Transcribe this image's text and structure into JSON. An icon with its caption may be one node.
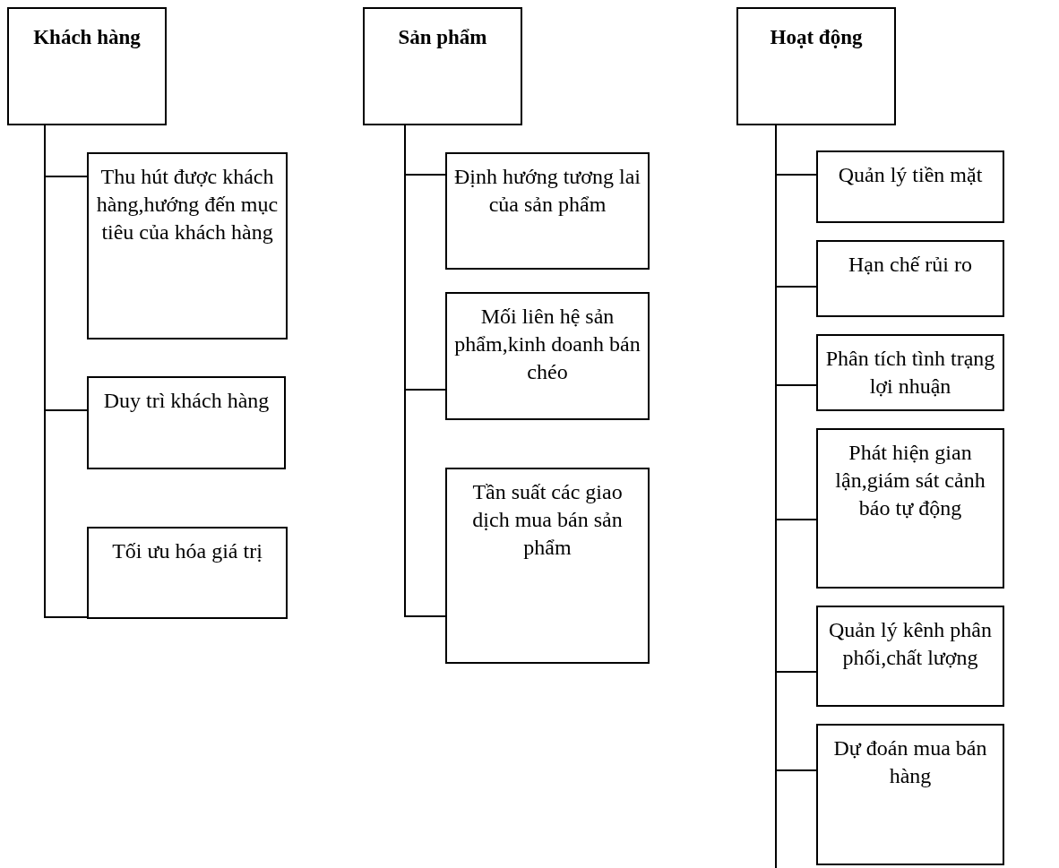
{
  "diagram": {
    "nodes": [
      {
        "text": [
          "Khách hàng"
        ]
      },
      {
        "text": [
          "Thu hút được khách hàng,hướng đến mục tiêu của khách hàng"
        ]
      },
      {
        "text": [
          "Duy trì khách hàng"
        ]
      },
      {
        "text": [
          "Tối ưu hóa giá trị"
        ]
      },
      {
        "text": [
          "Sản phẩm"
        ]
      },
      {
        "text": [
          "Định hướng tương lai của sản phẩm"
        ]
      },
      {
        "text": [
          "Mối liên hệ sản phẩm,kinh doanh bán chéo"
        ]
      },
      {
        "text": [
          "Tần suất các giao dịch mua bán sản phẩm"
        ]
      },
      {
        "text": [
          "Hoạt động"
        ]
      },
      {
        "text": [
          "Quản lý tiền mặt"
        ]
      },
      {
        "text": [
          "Hạn chế rủi ro"
        ]
      },
      {
        "text": [
          "Phân tích tình trạng lợi nhuận"
        ]
      },
      {
        "text": [
          "Phát hiện gian lận,giám sát cảnh báo tự động"
        ]
      },
      {
        "text": [
          "Quản lý kênh phân phối,chất lượng"
        ]
      },
      {
        "text": [
          "Dự đoán mua bán hàng"
        ]
      }
    ],
    "edges": [
      {
        "from": 0,
        "to": 1,
        "arrow": "none"
      },
      {
        "from": 0,
        "to": 2,
        "arrow": "none"
      },
      {
        "from": 0,
        "to": 3,
        "arrow": "none"
      },
      {
        "from": 4,
        "to": 5,
        "arrow": "none"
      },
      {
        "from": 4,
        "to": 6,
        "arrow": "none"
      },
      {
        "from": 4,
        "to": 7,
        "arrow": "none"
      },
      {
        "from": 8,
        "to": 9,
        "arrow": "none"
      },
      {
        "from": 8,
        "to": 10,
        "arrow": "none"
      },
      {
        "from": 8,
        "to": 11,
        "arrow": "none"
      },
      {
        "from": 8,
        "to": 12,
        "arrow": "none"
      },
      {
        "from": 8,
        "to": 13,
        "arrow": "none"
      },
      {
        "from": 8,
        "to": 14,
        "arrow": "none"
      }
    ]
  }
}
